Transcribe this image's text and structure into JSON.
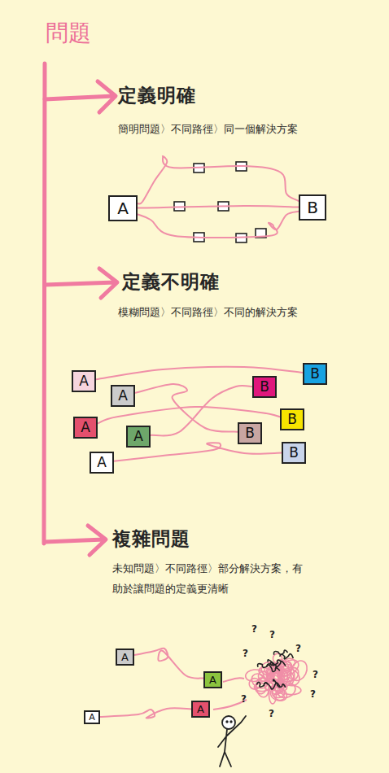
{
  "diagram": {
    "title": "問題",
    "nodes": [
      {
        "text": [
          "A"
        ]
      },
      {
        "text": [
          "B"
        ]
      },
      {
        "text": [
          "A"
        ]
      },
      {
        "text": [
          "A"
        ]
      },
      {
        "text": [
          "A"
        ]
      },
      {
        "text": [
          "A"
        ]
      },
      {
        "text": [
          "A"
        ]
      },
      {
        "text": [
          "B"
        ]
      },
      {
        "text": [
          "B"
        ]
      },
      {
        "text": [
          "B"
        ]
      },
      {
        "text": [
          "B"
        ]
      },
      {
        "text": [
          "B"
        ]
      },
      {
        "text": [
          "A"
        ]
      },
      {
        "text": [
          "A"
        ]
      },
      {
        "text": [
          "A"
        ]
      },
      {
        "text": [
          "A"
        ]
      }
    ],
    "edges": [
      {
        "from": 0,
        "to": 1,
        "arrow": "none"
      },
      {
        "from": 0,
        "to": 1,
        "arrow": "none"
      },
      {
        "from": 0,
        "to": 1,
        "arrow": "none"
      },
      {
        "from": 2,
        "to": 8,
        "arrow": "none"
      },
      {
        "from": 3,
        "to": 9,
        "arrow": "none"
      },
      {
        "from": 4,
        "to": 10,
        "arrow": "none"
      },
      {
        "from": 5,
        "to": 7,
        "arrow": "none"
      },
      {
        "from": 6,
        "to": 11,
        "arrow": "none"
      },
      {
        "from": 12,
        "to": 13,
        "arrow": "none"
      },
      {
        "from": 14,
        "to": 15,
        "arrow": "none"
      }
    ],
    "labels": [
      "定義明確",
      "簡明問題〉不同路徑〉同一個解決方案",
      "定義不明確",
      "模糊問題〉不同路徑〉不同的解決方案",
      "複雜問題",
      "未知問題〉不同路徑〉部分解決方案，有助於讓問題的定義更清晰",
      "?",
      "?",
      "?",
      "?",
      "?",
      "?",
      "?",
      "?"
    ]
  }
}
